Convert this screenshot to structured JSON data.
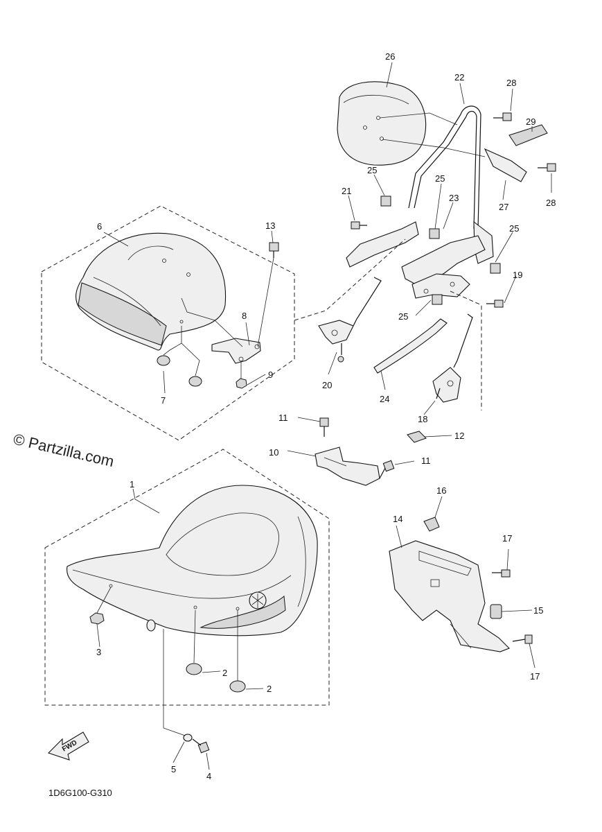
{
  "watermark": "© Partzilla.com",
  "diagram_code": "1D6G100-G310",
  "fwd_label": "FWD",
  "callouts": {
    "p1": "1",
    "p2a": "2",
    "p2b": "2",
    "p3": "3",
    "p4": "4",
    "p5": "5",
    "p6": "6",
    "p7": "7",
    "p8": "8",
    "p9": "9",
    "p10": "10",
    "p11a": "11",
    "p11b": "11",
    "p12": "12",
    "p13": "13",
    "p14": "14",
    "p15": "15",
    "p16": "16",
    "p17a": "17",
    "p17b": "17",
    "p18": "18",
    "p19": "19",
    "p20": "20",
    "p21": "21",
    "p22": "22",
    "p23": "23",
    "p24": "24",
    "p25a": "25",
    "p25b": "25",
    "p25c": "25",
    "p25d": "25",
    "p26": "26",
    "p27": "27",
    "p28a": "28",
    "p28b": "28",
    "p29": "29"
  }
}
